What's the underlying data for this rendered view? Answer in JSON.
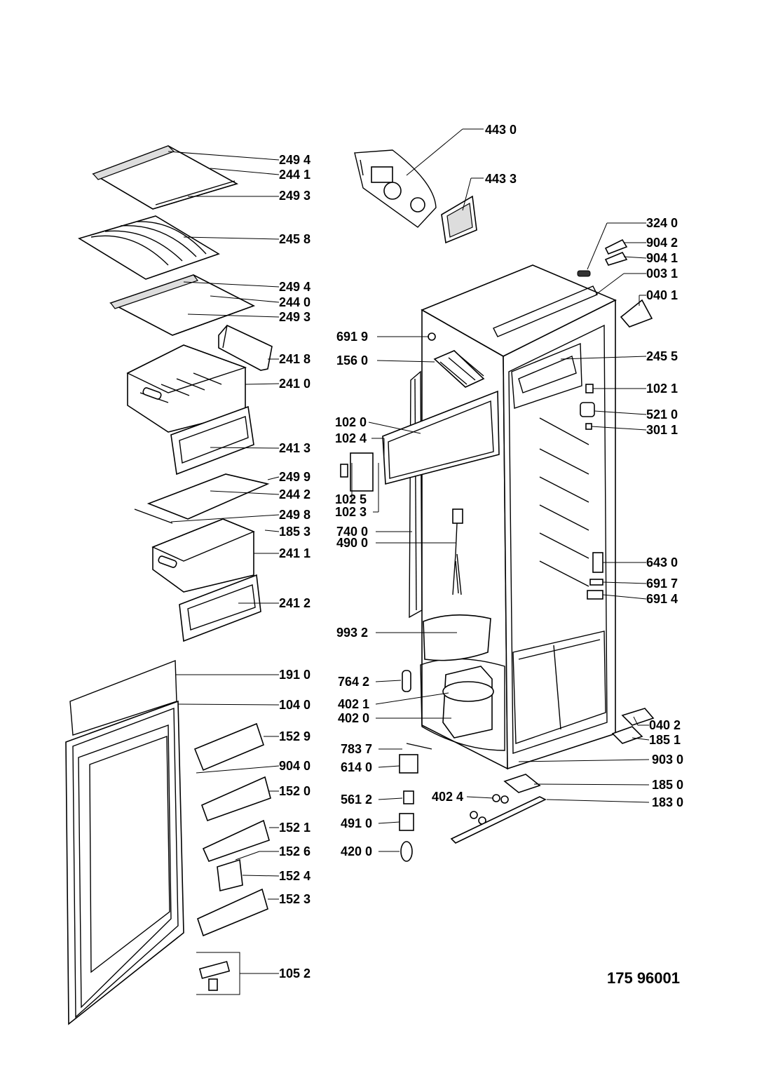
{
  "document_number": "175 96001",
  "labels": {
    "l4430": "443 0",
    "l4433": "443 3",
    "l2494a": "249 4",
    "l2441": "244 1",
    "l2493a": "249 3",
    "l2458": "245 8",
    "l2494b": "249 4",
    "l2440": "244 0",
    "l2493b": "249 3",
    "l2418": "241 8",
    "l2410": "241 0",
    "l2413": "241 3",
    "l2499": "249 9",
    "l2442": "244 2",
    "l2498": "249 8",
    "l1853": "185 3",
    "l2411": "241 1",
    "l2412": "241 2",
    "l1910": "191 0",
    "l1040": "104 0",
    "l1529": "152 9",
    "l9040": "904 0",
    "l1520": "152 0",
    "l1521": "152 1",
    "l1526": "152 6",
    "l1524": "152 4",
    "l1523": "152 3",
    "l1052": "105 2",
    "l3240": "324 0",
    "l9042": "904 2",
    "l9041": "904 1",
    "l0031": "003 1",
    "l0401": "040 1",
    "l6919": "691 9",
    "l1560": "156 0",
    "l2455": "245 5",
    "l1021": "102 1",
    "l5210": "521 0",
    "l1020": "102 0",
    "l3011": "301 1",
    "l1024": "102 4",
    "l1025": "102 5",
    "l1023": "102 3",
    "l7400": "740 0",
    "l4900": "490 0",
    "l6430": "643 0",
    "l6917": "691 7",
    "l6914": "691 4",
    "l9932": "993 2",
    "l7642": "764 2",
    "l4021": "402 1",
    "l4020": "402 0",
    "l0402": "040 2",
    "l1851": "185 1",
    "l7837": "783 7",
    "l9030": "903 0",
    "l6140": "614 0",
    "l1850": "185 0",
    "l5612": "561 2",
    "l4024": "402 4",
    "l1830": "183 0",
    "l4910": "491 0",
    "l4200": "420 0"
  }
}
